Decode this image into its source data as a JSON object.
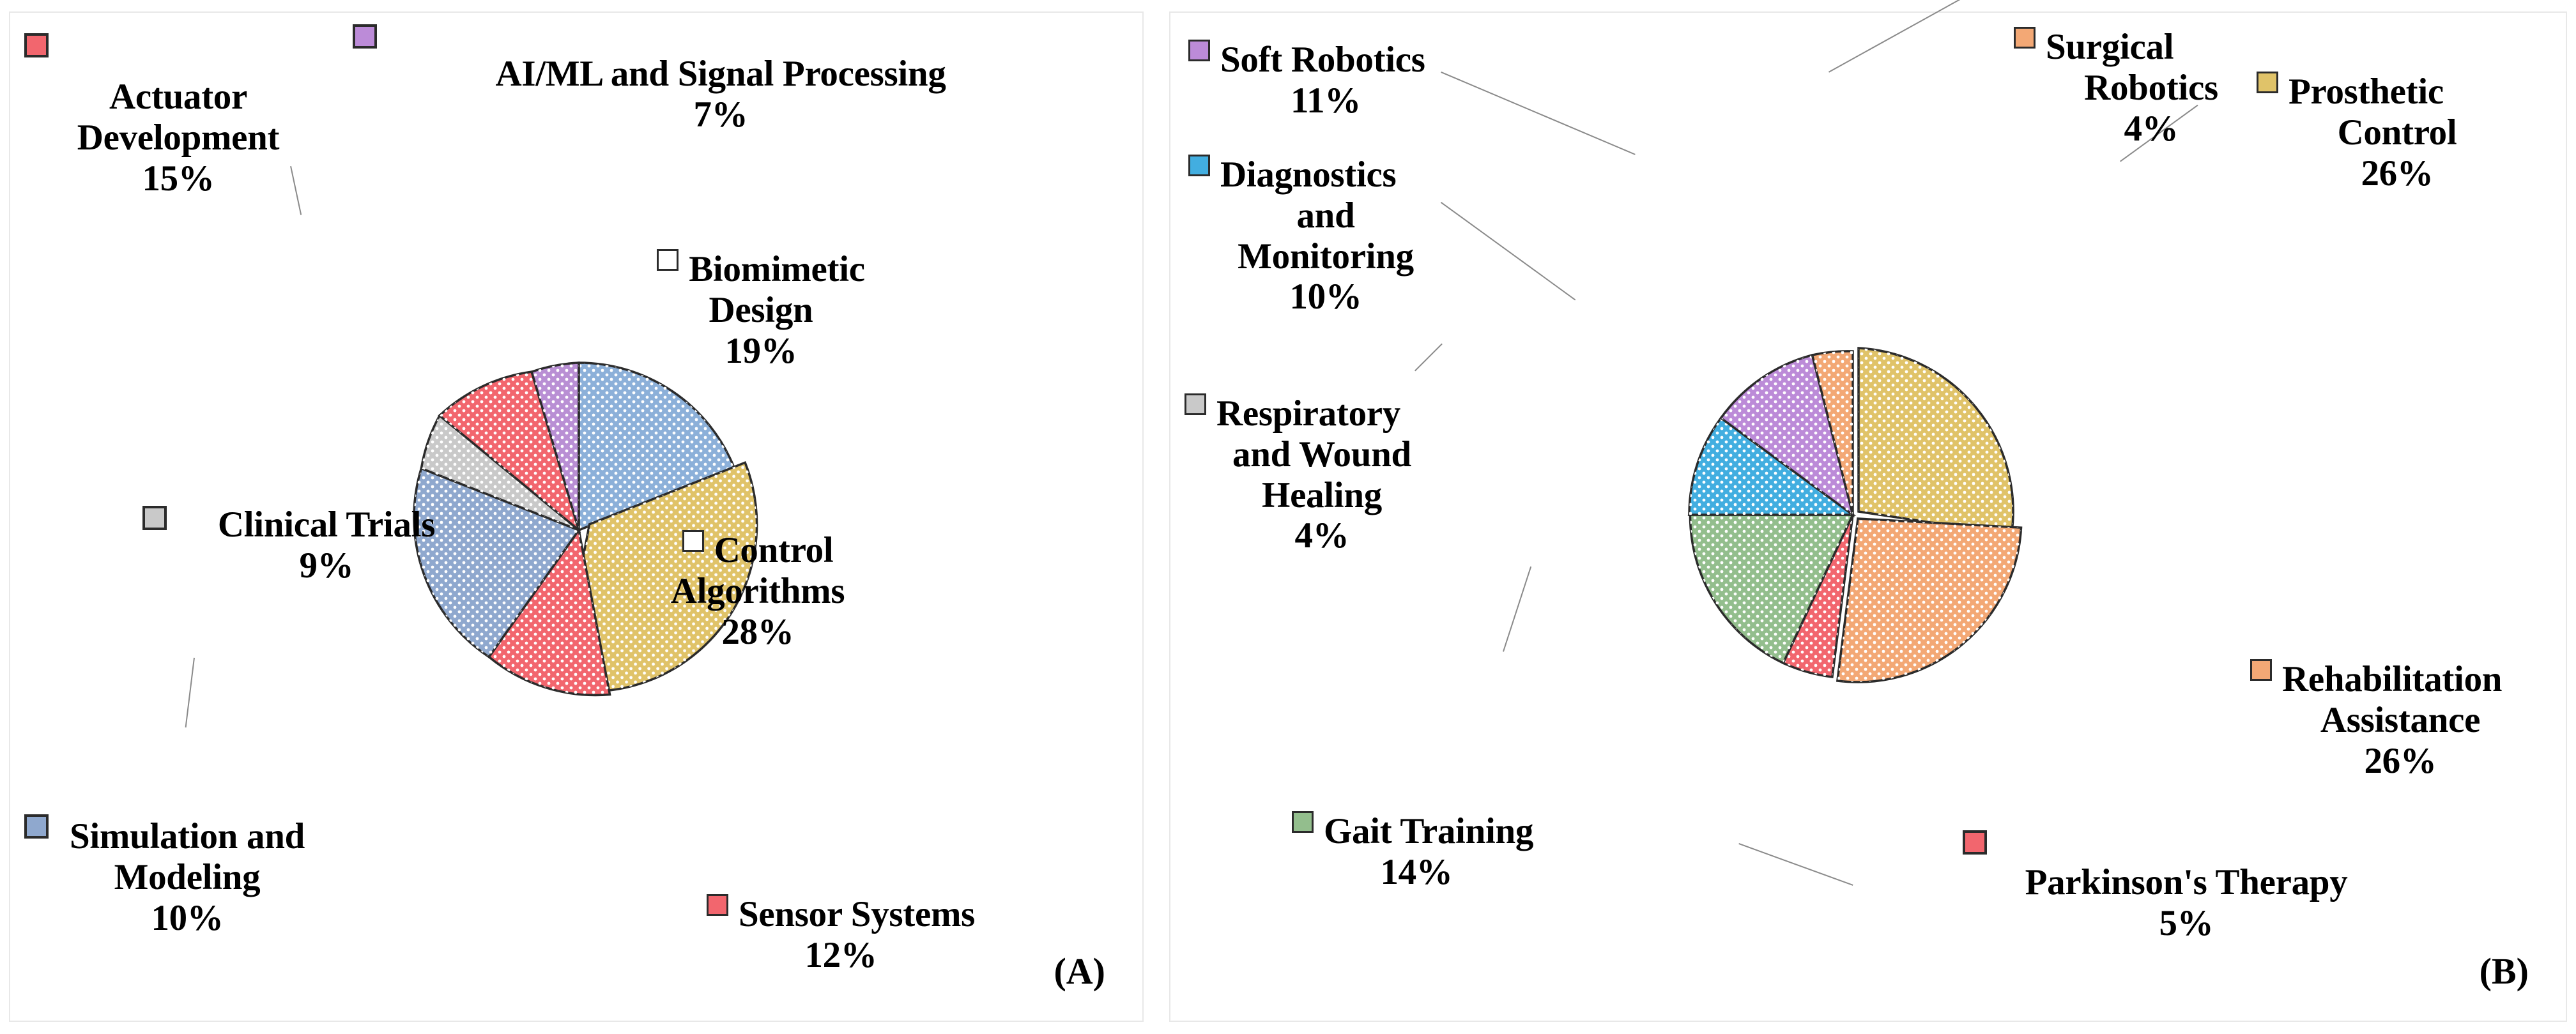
{
  "figure": {
    "panel_a_tag": "(A)",
    "panel_b_tag": "(B)"
  },
  "colors": {
    "red": "#F2666E",
    "yellow": "#E0C369",
    "purple_light": "#BC8BD8",
    "purple_pie_a": "#B98FD4",
    "steel_blue": "#8FA8CE",
    "sky_blue": "#8CB0D9",
    "gray": "#C9C9C9",
    "orange": "#F3A875",
    "green": "#93BE8D",
    "cyan": "#42AEE0",
    "outline": "#2b2b2b",
    "leader": "#8a8a8a",
    "panel_border": "#e8e8e8"
  },
  "chart_data": [
    {
      "type": "pie",
      "id": "A",
      "title": "",
      "panel_label": "(A)",
      "legend_position": "callout-labels-around-pie",
      "categories": [
        "Biomimetic Design",
        "Control Algorithms",
        "Sensor Systems",
        "Simulation and Modeling",
        "Clinical Trials",
        "Actuator Development",
        "AI/ML and Signal Processing"
      ],
      "values": [
        19,
        28,
        12,
        10,
        9,
        15,
        7
      ],
      "value_labels": [
        "19%",
        "28%",
        "12%",
        "10%",
        "9%",
        "15%",
        "7%"
      ],
      "colors": [
        "#8CB0D9",
        "#E0C369",
        "#F2666E",
        "#8FA8CE",
        "#C9C9C9",
        "#F2666E",
        "#B98FD4"
      ],
      "exploded_slices": [
        "Control Algorithms"
      ],
      "start_angle_deg": 0,
      "direction": "clockwise"
    },
    {
      "type": "pie",
      "id": "B",
      "title": "",
      "panel_label": "(B)",
      "legend_position": "callout-labels-around-pie",
      "categories": [
        "Prosthetic Control",
        "Rehabilitation Assistance",
        "Parkinson's Therapy",
        "Gait Training",
        "Respiratory and Wound Healing",
        "Diagnostics and Monitoring",
        "Soft Robotics",
        "Surgical Robotics"
      ],
      "values": [
        26,
        26,
        5,
        14,
        4,
        10,
        11,
        4
      ],
      "value_labels": [
        "26%",
        "26%",
        "5%",
        "14%",
        "4%",
        "10%",
        "11%",
        "4%"
      ],
      "colors": [
        "#E0C369",
        "#F3A875",
        "#F2666E",
        "#93BE8D",
        "#C9C9C9",
        "#42AEE0",
        "#BC8BD8",
        "#F3A875"
      ],
      "exploded_slices": [
        "Prosthetic Control",
        "Rehabilitation Assistance"
      ],
      "start_angle_deg": 0,
      "direction": "clockwise"
    }
  ],
  "panel_a": {
    "labels": {
      "ai_ml": {
        "name": "AI/ML and Signal Processing",
        "pct": "7%"
      },
      "actuator": {
        "name_l1": "Actuator",
        "name_l2": "Development",
        "pct": "15%"
      },
      "clinical": {
        "name": "Clinical Trials",
        "pct": "9%"
      },
      "simulation": {
        "name_l1": "Simulation and",
        "name_l2": "Modeling",
        "pct": "10%"
      },
      "sensor": {
        "name": "Sensor Systems",
        "pct": "12%"
      },
      "control": {
        "name_l1": "Control",
        "name_l2": "Algorithms",
        "pct": "28%"
      },
      "biomimetic": {
        "name_l1": "Biomimetic",
        "name_l2": "Design",
        "pct": "19%"
      }
    }
  },
  "panel_b": {
    "labels": {
      "soft_robotics": {
        "name": "Soft Robotics",
        "pct": "11%"
      },
      "diagnostics": {
        "name_l1": "Diagnostics",
        "name_l2": "and",
        "name_l3": "Monitoring",
        "pct": "10%"
      },
      "respiratory": {
        "name_l1": "Respiratory",
        "name_l2": "and Wound",
        "name_l3": "Healing",
        "pct": "4%"
      },
      "gait": {
        "name": "Gait Training",
        "pct": "14%"
      },
      "surgical": {
        "name_l1": "Surgical",
        "name_l2": "Robotics",
        "pct": "4%"
      },
      "prosthetic": {
        "name_l1": "Prosthetic",
        "name_l2": "Control",
        "pct": "26%"
      },
      "rehab": {
        "name_l1": "Rehabilitation",
        "name_l2": "Assistance",
        "pct": "26%"
      },
      "parkinsons": {
        "name": "Parkinson's Therapy",
        "pct": "5%"
      }
    }
  }
}
